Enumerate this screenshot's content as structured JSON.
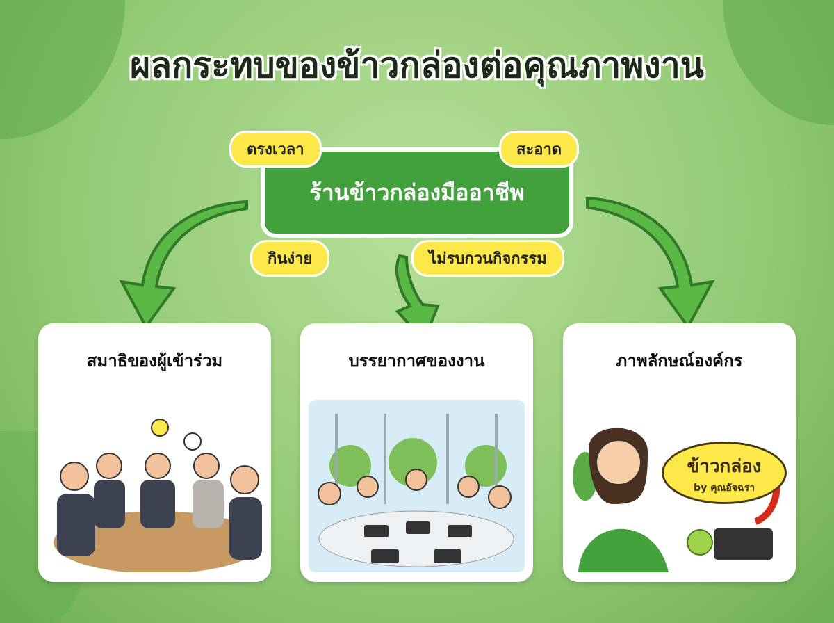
{
  "title": "ผลกระทบของข้าวกล่องต่อคุณภาพงาน",
  "center": "ร้านข้าวกล่องมืออาชีพ",
  "tags": [
    "ตรงเวลา",
    "สะอาด",
    "กินง่าย",
    "ไม่รบกวนกิจกรรม"
  ],
  "cards": [
    {
      "title": "สมาธิของผู้เข้าร่วม"
    },
    {
      "title": "บรรยากาศของงาน"
    },
    {
      "title": "ภาพลักษณ์องค์กร",
      "bubble_title": "ข้าวกล่อง",
      "bubble_sub": "by คุณอัจฉรา"
    }
  ],
  "colors": {
    "green": "#43a13d",
    "yellow": "#fde84a",
    "bg": "#9fd37f"
  }
}
